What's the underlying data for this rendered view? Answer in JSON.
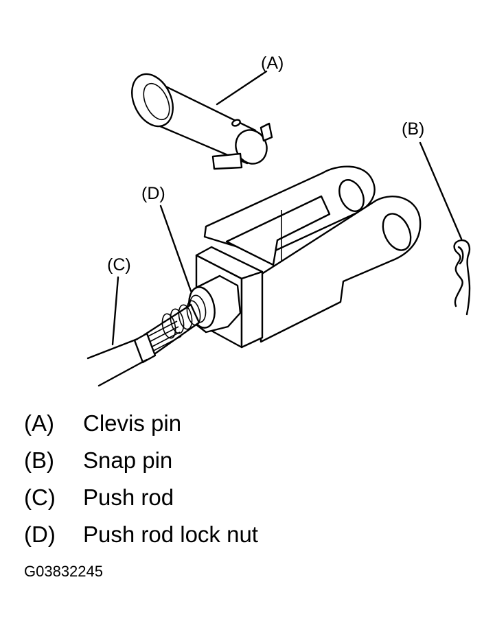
{
  "callouts": {
    "a": "(A)",
    "b": "(B)",
    "c": "(C)",
    "d": "(D)"
  },
  "legend": [
    {
      "key": "(A)",
      "text": "Clevis pin"
    },
    {
      "key": "(B)",
      "text": "Snap pin"
    },
    {
      "key": "(C)",
      "text": "Push rod"
    },
    {
      "key": "(D)",
      "text": "Push rod lock nut"
    }
  ],
  "figure_code": "G03832245"
}
